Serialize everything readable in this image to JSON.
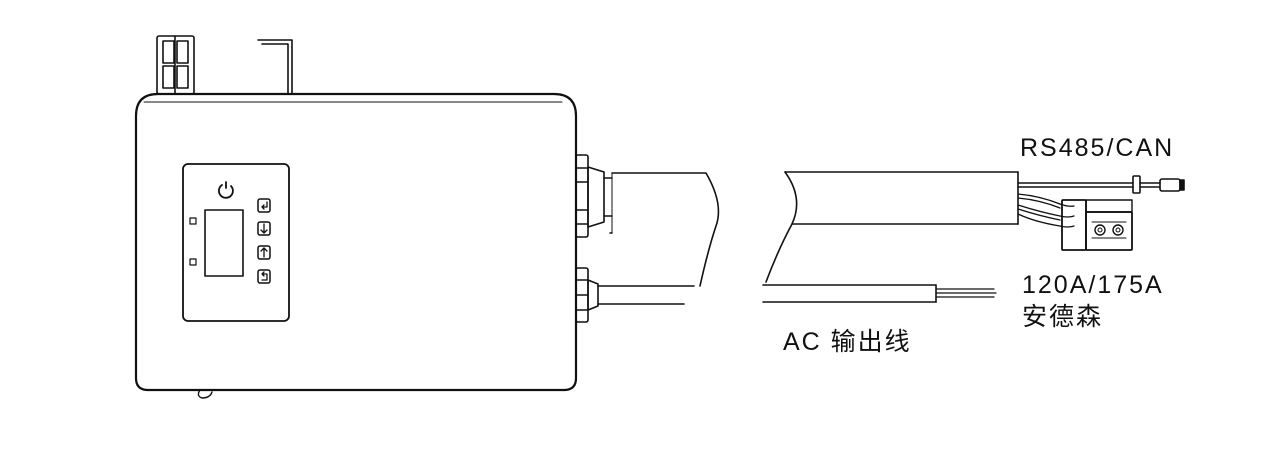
{
  "labels": {
    "comm_cable": "RS485/CAN",
    "connector_rating": "120A/175A",
    "connector_name": "安德森",
    "ac_output": "AC 输出线"
  },
  "panel": {
    "buttons": [
      {
        "name": "enter-button",
        "glyph": "enter-icon"
      },
      {
        "name": "down-button",
        "glyph": "arrow-down-icon"
      },
      {
        "name": "up-button",
        "glyph": "arrow-up-icon"
      },
      {
        "name": "back-button",
        "glyph": "back-icon"
      }
    ],
    "power_icon": "power-icon",
    "indicators": [
      "led-indicator",
      "led-indicator"
    ]
  },
  "colors": {
    "stroke": "#111111",
    "background": "#ffffff"
  }
}
